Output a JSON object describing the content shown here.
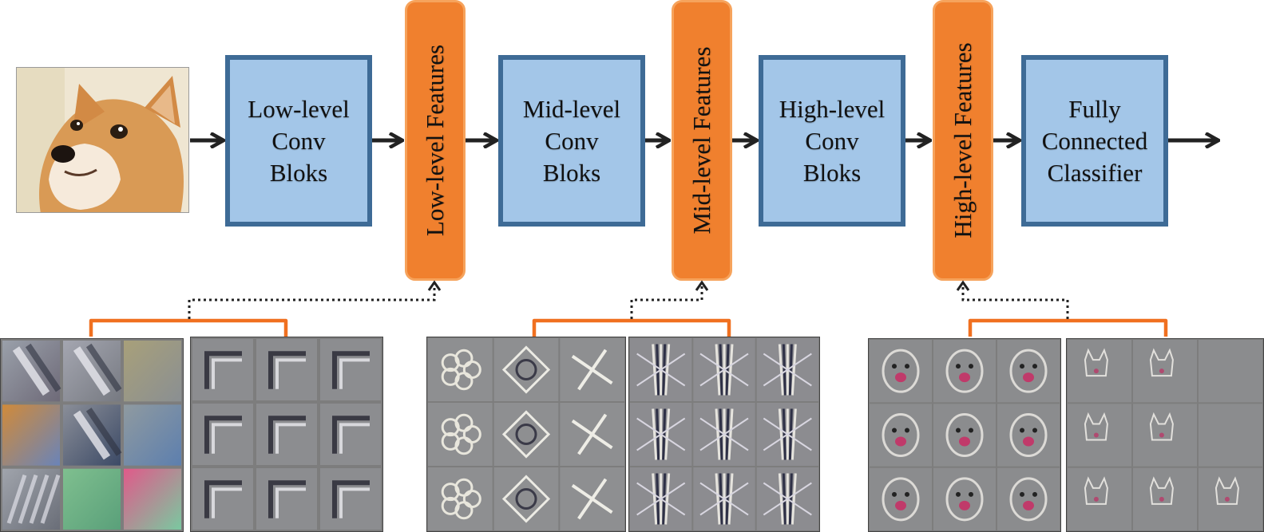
{
  "blocks": [
    {
      "name": "low-level-conv-block",
      "label": "Low-level\nConv\nBloks"
    },
    {
      "name": "mid-level-conv-block",
      "label": "Mid-level\nConv\nBloks"
    },
    {
      "name": "high-level-conv-block",
      "label": "High-level\nConv\nBloks"
    },
    {
      "name": "fully-connected-classifier-block",
      "label": "Fully\nConnected\nClassifier"
    }
  ],
  "features": [
    {
      "name": "low-level-features-bar",
      "label": "Low-level Features"
    },
    {
      "name": "mid-level-features-bar",
      "label": "Mid-level Features"
    },
    {
      "name": "high-level-features-bar",
      "label": "High-level Features"
    }
  ],
  "colors": {
    "conv_block_fill": "#a3c6e8",
    "conv_block_border": "#3e6b96",
    "feature_bar_fill": "#f0802e",
    "feature_bar_border": "#f6a35c",
    "bracket": "#f07020",
    "arrow": "#222222"
  },
  "images": {
    "input": "shiba-inu-dog-photo",
    "low_level_filters": "edge-and-color-filter-visualizations",
    "mid_level_filters": "texture-and-pattern-filter-visualizations",
    "high_level_filters": "dog-face-part-filter-visualizations"
  }
}
